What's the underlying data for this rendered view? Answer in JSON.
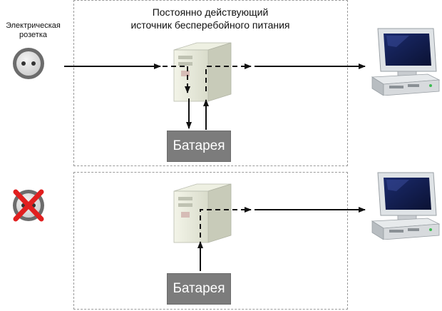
{
  "top_panel": {
    "title": "Постоянно действующий\nисточник бесперебойного питания",
    "socket_label": "Электрическая\nрозетка",
    "battery_label": "Батарея"
  },
  "bottom_panel": {
    "battery_label": "Батарея"
  },
  "icons": {
    "socket": "power-socket-icon",
    "socket_disabled": "power-socket-disabled-icon",
    "ups": "ups-unit-icon",
    "computer": "desktop-computer-icon"
  },
  "colors": {
    "battery_fill": "#7c7c7c",
    "cross": "#e11f1f",
    "arrow": "#111111",
    "panel_border": "#9a9a9a"
  }
}
